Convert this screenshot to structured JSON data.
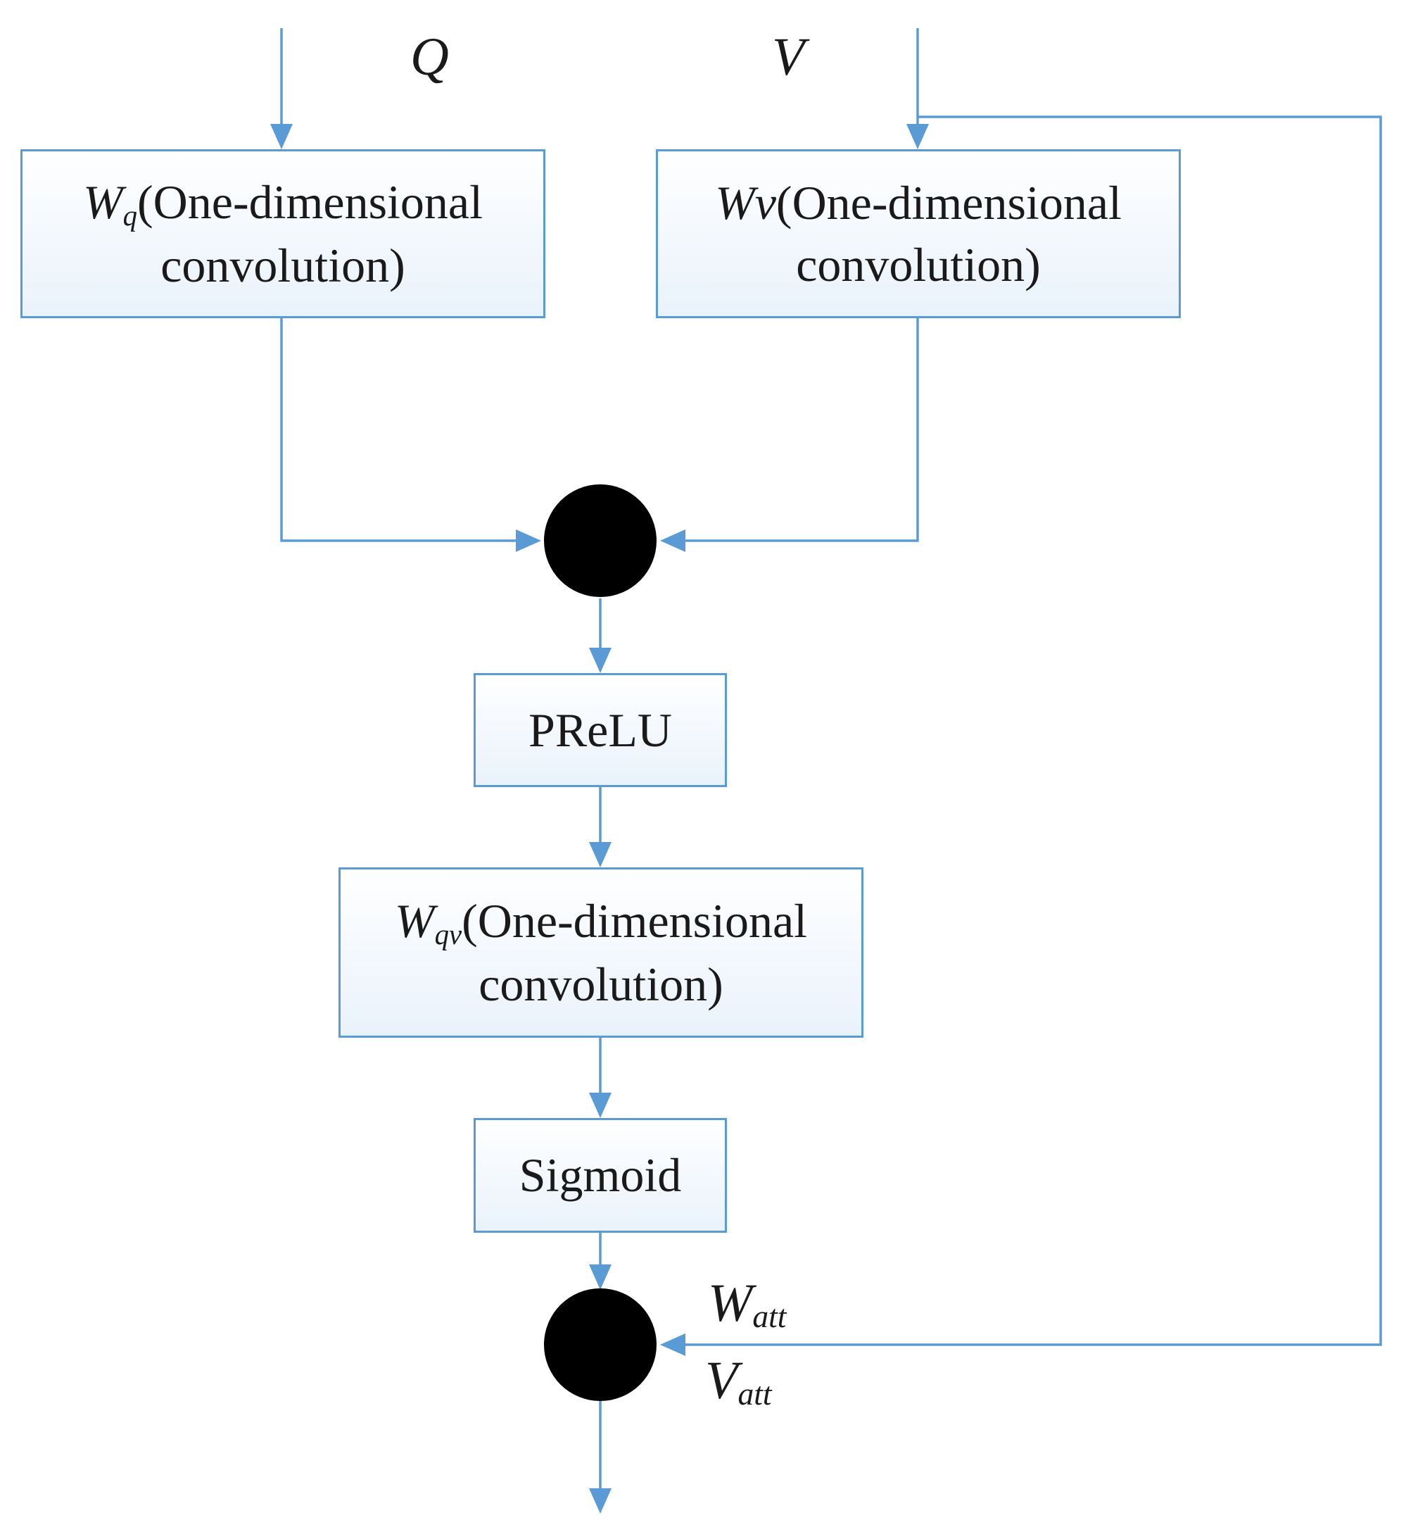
{
  "diagram": {
    "inputs": {
      "q_label": "Q",
      "v_label": "V"
    },
    "nodes": {
      "wq": {
        "symbol": "W",
        "subscript": "q",
        "text": "(One-dimensional",
        "line2": "convolution)"
      },
      "wv": {
        "symbol": "Wv",
        "text": "(One-dimensional",
        "line2": "convolution)"
      },
      "prelu": {
        "text": "PReLU"
      },
      "wqv": {
        "symbol": "W",
        "subscript": "qv",
        "text": "(One-dimensional",
        "line2": "convolution)"
      },
      "sigmoid": {
        "text": "Sigmoid"
      }
    },
    "outputs": {
      "w_att": {
        "main": "W",
        "sub": "att"
      },
      "v_att": {
        "main": "V",
        "sub": "att"
      }
    },
    "colors": {
      "arrow": "#5b9bd5",
      "box_border": "#5b9bd5",
      "box_fill_top": "#ffffff",
      "box_fill_bottom": "#e9f2fb",
      "operator": "#000000"
    }
  }
}
